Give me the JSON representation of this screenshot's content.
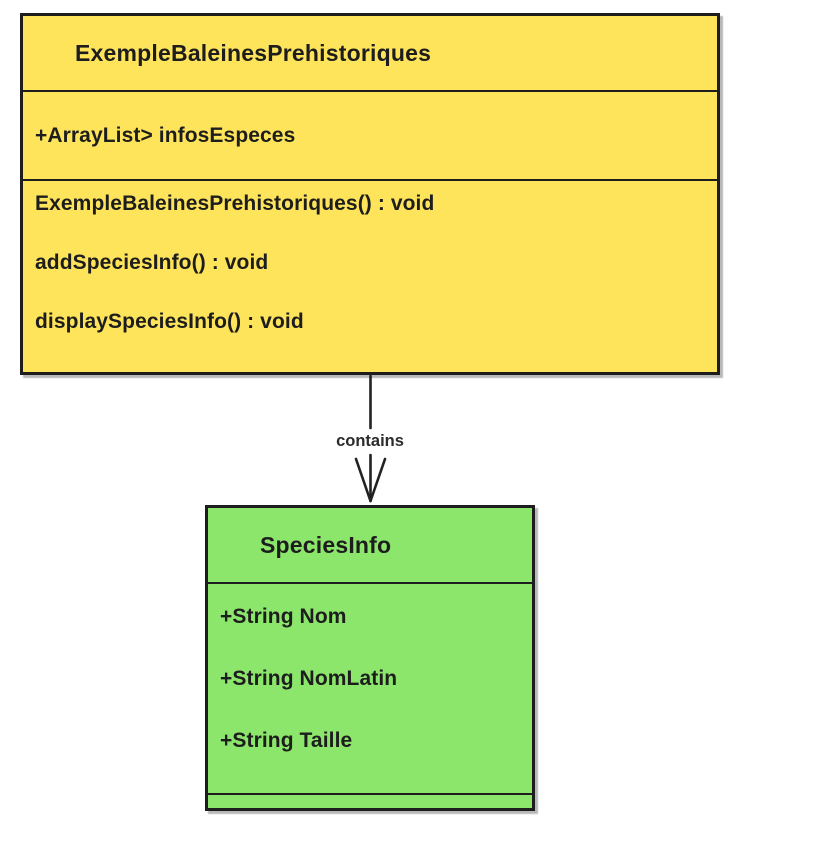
{
  "diagram": {
    "background_color": "#ffffff",
    "border_color": "#1d1d1d",
    "classes": [
      {
        "name": "ExempleBaleinesPrehistoriques",
        "fill": "#fee45a",
        "attributes": [
          "+ArrayList> infosEspeces"
        ],
        "methods": [
          "ExempleBaleinesPrehistoriques() : void",
          "addSpeciesInfo() : void",
          "displaySpeciesInfo() : void"
        ]
      },
      {
        "name": "SpeciesInfo",
        "fill": "#8be66b",
        "attributes": [
          "+String Nom",
          "+String NomLatin",
          "+String Taille"
        ],
        "methods": []
      }
    ],
    "edge": {
      "label": "contains",
      "from": "ExempleBaleinesPrehistoriques",
      "to": "SpeciesInfo",
      "line_color": "#222222"
    }
  }
}
